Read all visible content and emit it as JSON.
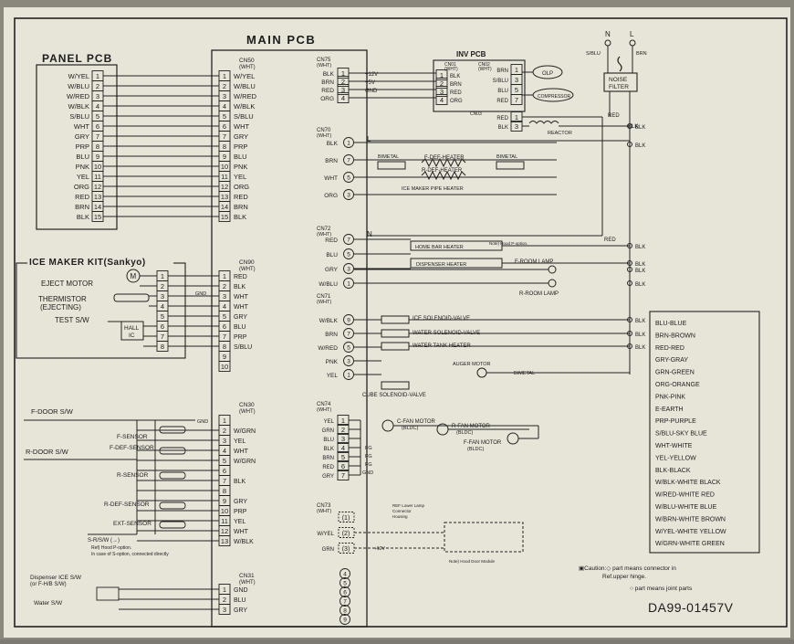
{
  "main_title": "MAIN PCB",
  "panel_pcb": {
    "title": "PANEL PCB",
    "rows": [
      {
        "label": "W/YEL",
        "pin": "1"
      },
      {
        "label": "W/BLU",
        "pin": "2"
      },
      {
        "label": "W/RED",
        "pin": "3"
      },
      {
        "label": "W/BLK",
        "pin": "4"
      },
      {
        "label": "S/BLU",
        "pin": "5"
      },
      {
        "label": "WHT",
        "pin": "6"
      },
      {
        "label": "GRY",
        "pin": "7"
      },
      {
        "label": "PRP",
        "pin": "8"
      },
      {
        "label": "BLU",
        "pin": "9"
      },
      {
        "label": "PNK",
        "pin": "10"
      },
      {
        "label": "YEL",
        "pin": "11"
      },
      {
        "label": "ORG",
        "pin": "12"
      },
      {
        "label": "RED",
        "pin": "13"
      },
      {
        "label": "BRN",
        "pin": "14"
      },
      {
        "label": "BLK",
        "pin": "15"
      }
    ]
  },
  "cn50": {
    "name": "CN50",
    "sub": "(WHT)",
    "rows": [
      {
        "pin": "1",
        "label": "W/YEL"
      },
      {
        "pin": "2",
        "label": "W/BLU"
      },
      {
        "pin": "3",
        "label": "W/RED"
      },
      {
        "pin": "4",
        "label": "W/BLK"
      },
      {
        "pin": "5",
        "label": "S/BLU"
      },
      {
        "pin": "6",
        "label": "WHT"
      },
      {
        "pin": "7",
        "label": "GRY"
      },
      {
        "pin": "8",
        "label": "PRP"
      },
      {
        "pin": "9",
        "label": "BLU"
      },
      {
        "pin": "10",
        "label": "PNK"
      },
      {
        "pin": "11",
        "label": "YEL"
      },
      {
        "pin": "12",
        "label": "ORG"
      },
      {
        "pin": "13",
        "label": "RED"
      },
      {
        "pin": "14",
        "label": "BRN"
      },
      {
        "pin": "15",
        "label": "BLK"
      }
    ]
  },
  "ice_maker": {
    "title": "ICE MAKER KIT(Sankyo)",
    "eject": "EJECT MOTOR",
    "motor_symbol": "M",
    "thermistor": "THERMISTOR",
    "thermistor_sub": "(EJECTING)",
    "test_sw": "TEST S/W",
    "hall": "HALL",
    "hall_ic": "IC",
    "pins": [
      "1",
      "2",
      "3",
      "4",
      "5",
      "6",
      "7",
      "8"
    ],
    "gnd": "GND"
  },
  "cn90": {
    "name": "CN90",
    "sub": "(WHT)",
    "rows": [
      {
        "pin": "1",
        "label": "RED"
      },
      {
        "pin": "2",
        "label": "BLK"
      },
      {
        "pin": "3",
        "label": "WHT"
      },
      {
        "pin": "4",
        "label": "WHT"
      },
      {
        "pin": "5",
        "label": "GRY"
      },
      {
        "pin": "6",
        "label": "BLU"
      },
      {
        "pin": "7",
        "label": "PRP"
      },
      {
        "pin": "8",
        "label": "S/BLU"
      },
      {
        "pin": "9",
        "label": ""
      },
      {
        "pin": "10",
        "label": ""
      }
    ]
  },
  "cn30": {
    "name": "CN30",
    "sub": "(WHT)",
    "rows": [
      {
        "pin": "1",
        "label": "GND"
      },
      {
        "pin": "2",
        "label": "W/GRN"
      },
      {
        "pin": "3",
        "label": "YEL"
      },
      {
        "pin": "4",
        "label": "WHT"
      },
      {
        "pin": "5",
        "label": "W/GRN"
      },
      {
        "pin": "6",
        "label": ""
      },
      {
        "pin": "7",
        "label": "BLK"
      },
      {
        "pin": "8",
        "label": ""
      },
      {
        "pin": "9",
        "label": "GRY"
      },
      {
        "pin": "10",
        "label": "PRP"
      },
      {
        "pin": "11",
        "label": "YEL"
      },
      {
        "pin": "12",
        "label": "WHT"
      },
      {
        "pin": "13",
        "label": "W/BLK"
      }
    ]
  },
  "cn31": {
    "name": "CN31",
    "sub": "(WHT)",
    "rows": [
      {
        "pin": "1",
        "label": "GND"
      },
      {
        "pin": "2",
        "label": "BLU"
      },
      {
        "pin": "3",
        "label": "GRY"
      }
    ]
  },
  "sensors": {
    "f_door": "F-DOOR S/W",
    "r_door": "R-DOOR S/W",
    "f_sensor": "F-SENSOR",
    "f_def_sensor": "F-DEF-SENSOR",
    "r_sensor": "R-SENSOR",
    "r_def_sensor": "R-DEF-SENSOR",
    "ext_sensor": "EXT-SENSOR",
    "s_option": "S-R/S/W (→)",
    "note": "Ref) Hood P-option.",
    "note2": "In case of S-option, connected directly",
    "dispenser_ice": "Dispenser ICE S/W",
    "dispenser_ice_sub": "(or F-H/B S/W)",
    "water_sw": "Water S/W"
  },
  "cn75": {
    "name": "CN75",
    "sub": "(WHT)",
    "rows": [
      {
        "pin": "1",
        "label": "BLK"
      },
      {
        "pin": "2",
        "label": "BRN"
      },
      {
        "pin": "3",
        "label": "RED"
      },
      {
        "pin": "4",
        "label": "ORG"
      }
    ],
    "volts": [
      "+12V",
      "+5V",
      "GND"
    ]
  },
  "cn70": {
    "name": "CN70",
    "sub": "(WHT)",
    "rows": [
      {
        "pin": "1",
        "label": "BLK"
      },
      {
        "pin": "7",
        "label": "BRN"
      },
      {
        "pin": "5",
        "label": "WHT"
      },
      {
        "pin": "3",
        "label": "ORG"
      }
    ],
    "l_label": "L"
  },
  "heaters": {
    "bimetal": "BIMETAL",
    "f_def": "F-DEF-HEATER",
    "r_def": "R-DEF-HEATER",
    "ice_maker_pipe": "ICE MAKER PIPE HEATER"
  },
  "cn72": {
    "name": "CN72",
    "sub": "(WHT)",
    "rows": [
      {
        "pin": "7",
        "label": "RED"
      },
      {
        "pin": "5",
        "label": "BLU"
      },
      {
        "pin": "3",
        "label": "GRY"
      },
      {
        "pin": "1",
        "label": "W/BLU"
      }
    ],
    "n_label": "N"
  },
  "loads": {
    "home_bar": "HOME BAR HEATER",
    "home_bar_note": "Note) Hood P-option.",
    "dispenser_heater": "DISPENSER HEATER",
    "f_room_lamp": "F-ROOM LAMP",
    "r_room_lamp": "R-ROOM LAMP"
  },
  "cn71": {
    "name": "CN71",
    "sub": "(WHT)",
    "rows": [
      {
        "pin": "9",
        "label": "W/BLK"
      },
      {
        "pin": "7",
        "label": "BRN"
      },
      {
        "pin": "5",
        "label": "W/RED"
      },
      {
        "pin": "3",
        "label": "PNK"
      },
      {
        "pin": "1",
        "label": "YEL"
      }
    ]
  },
  "valves": {
    "ice_solenoid": "ICE SOLENOID-VALVE",
    "water_solenoid": "WATER SOLENOID-VALVE",
    "water_tank": "WATER TANK HEATER",
    "auger": "AUGER MOTOR",
    "cube": "CUBE SOLENOID-VALVE",
    "bimetal2": "BIMETAL"
  },
  "cn74": {
    "name": "CN74",
    "sub": "(WHT)",
    "rows": [
      {
        "pin": "1",
        "label": "YEL"
      },
      {
        "pin": "2",
        "label": "GRN"
      },
      {
        "pin": "3",
        "label": "BLU"
      },
      {
        "pin": "4",
        "label": "BLK"
      },
      {
        "pin": "5",
        "label": "BRN"
      },
      {
        "pin": "6",
        "label": "RED"
      },
      {
        "pin": "7",
        "label": "GRY"
      }
    ],
    "fg": "FG",
    "gnd": "GND"
  },
  "fans": {
    "c_fan": "C-FAN MOTOR",
    "c_fan_sub": "(BLDC)",
    "r_fan": "R-FAN MOTOR",
    "r_fan_sub": "(BLDC)",
    "f_fan": "F-FAN MOTOR",
    "f_fan_sub": "(BLDC)"
  },
  "cn73": {
    "name": "CN73",
    "sub": "(WHT)",
    "rows": [
      {
        "pin": "1",
        "label": ""
      },
      {
        "pin": "2",
        "label": "W/YEL"
      },
      {
        "pin": "3",
        "label": "GRN"
      }
    ],
    "led_note": "REF Lower Lamp",
    "led_note2": "Connector",
    "led_note3": "Housing",
    "v12": "+12V",
    "module_note": "Note) Hood Door Module"
  },
  "cn_bottom": {
    "pins": [
      "4",
      "5",
      "6",
      "7",
      "8",
      "9"
    ]
  },
  "inv_pcb": {
    "title": "INV PCB",
    "cn_a": "CN01",
    "cn_a_sub": "(WHT)",
    "cn_b": "CN02",
    "cn_b_sub": "(WHT)",
    "left": [
      {
        "pin": "1",
        "label": "BLK"
      },
      {
        "pin": "2",
        "label": "BRN"
      },
      {
        "pin": "3",
        "label": "RED"
      },
      {
        "pin": "4",
        "label": "ORG"
      }
    ],
    "right": [
      {
        "pin": "1",
        "label": "BRN"
      },
      {
        "pin": "3",
        "label": "S/BLU"
      },
      {
        "pin": "5",
        "label": "BLU"
      },
      {
        "pin": "7",
        "label": "RED"
      }
    ],
    "olp": "OLP",
    "comp": "COMPRESSOR",
    "cn03": "CN03",
    "cn03_rows": [
      {
        "pin": "1",
        "label": "RED"
      },
      {
        "pin": "3",
        "label": "BLK"
      }
    ],
    "reactor": "REACTOR"
  },
  "power": {
    "n": "N",
    "l": "L",
    "sblu": "S/BLU",
    "brn": "BRN",
    "noise": "NOISE",
    "filter": "FILTER",
    "red": "RED",
    "blk": "BLK"
  },
  "blk_labels": [
    "BLK",
    "BLK",
    "BLK",
    "BLK",
    "BLK",
    "BLK",
    "BLK",
    "BLK",
    "BLK"
  ],
  "red_label": "RED",
  "legend": {
    "items": [
      "BLU-BLUE",
      "BRN-BROWN",
      "RED-RED",
      "GRY-GRAY",
      "GRN-GREEN",
      "ORG-ORANGE",
      "PNK-PINK",
      "E-EARTH",
      "PRP-PURPLE",
      "S/BLU-SKY BLUE",
      "WHT-WHITE",
      "YEL-YELLOW",
      "BLK-BLACK",
      "W/BLK-WHITE BLACK",
      "W/RED-WHITE RED",
      "W/BLU-WHITE BLUE",
      "W/BRN-WHITE BROWN",
      "W/YEL-WHITE YELLOW",
      "W/GRN-WHITE GREEN"
    ]
  },
  "caution": {
    "line1": "▣Caution:◇ part means connector in",
    "line2": "Ref.upper hinge.",
    "line3": "○ part means joint parts"
  },
  "part_number": "DA99-01457V"
}
